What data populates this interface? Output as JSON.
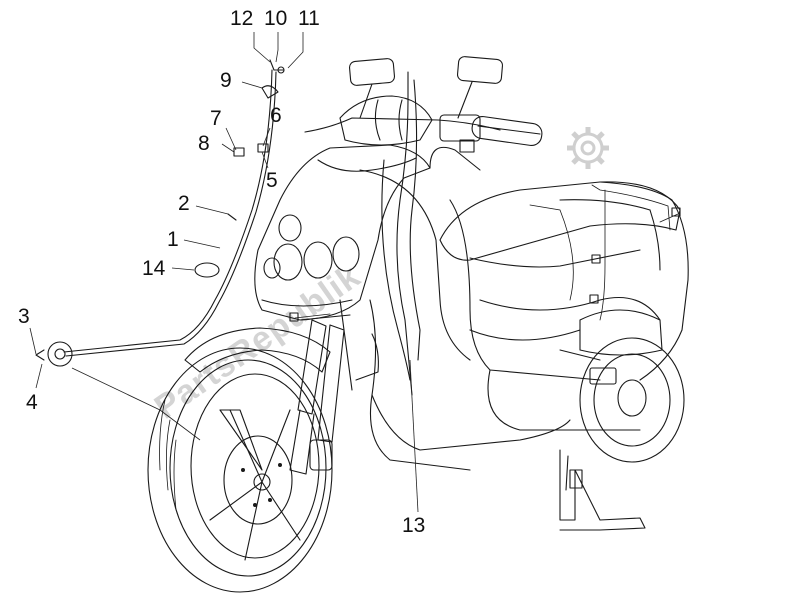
{
  "callouts": [
    {
      "id": "12",
      "label": "12"
    },
    {
      "id": "10",
      "label": "10"
    },
    {
      "id": "11",
      "label": "11"
    },
    {
      "id": "9",
      "label": "9"
    },
    {
      "id": "7",
      "label": "7"
    },
    {
      "id": "6",
      "label": "6"
    },
    {
      "id": "8",
      "label": "8"
    },
    {
      "id": "5",
      "label": "5"
    },
    {
      "id": "2",
      "label": "2"
    },
    {
      "id": "1",
      "label": "1"
    },
    {
      "id": "14",
      "label": "14"
    },
    {
      "id": "3",
      "label": "3"
    },
    {
      "id": "4",
      "label": "4"
    },
    {
      "id": "13",
      "label": "13"
    }
  ],
  "watermark": {
    "text": "PartsRepublik",
    "icon": "gear-icon",
    "color": "#d4d4d4"
  },
  "colors": {
    "line": "#1a1a1a",
    "background": "#ffffff"
  }
}
